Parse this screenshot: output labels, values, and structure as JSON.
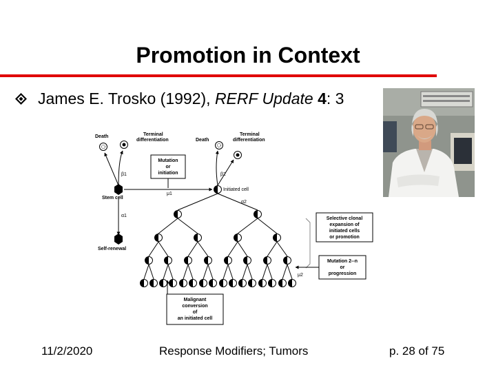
{
  "slide": {
    "title": "Promotion in Context",
    "bullet_author": "James E. Trosko (1992), ",
    "bullet_journal": "RERF Update",
    "bullet_volume": "4",
    "bullet_pages": ": 3",
    "footer_date": "11/2/2020",
    "footer_center": "Response Modifiers; Tumors",
    "footer_page": "p. 28 of 75",
    "accent_color": "#e00000"
  },
  "diagram": {
    "death_left": "Death",
    "terminal_left_1": "Terminal",
    "terminal_left_2": "differentiation",
    "death_right": "Death",
    "terminal_right_1": "Terminal",
    "terminal_right_2": "differentiation",
    "beta1": "β1",
    "beta2": "β2",
    "mutation_1": "Mutation",
    "mutation_2": "or",
    "mutation_3": "initiation",
    "mu1": "μ1",
    "stem_cell": "Stem cell",
    "initiated_cell": "Initiated cell",
    "alpha1": "α1",
    "alpha2": "α2",
    "self_renewal": "Self-renewal",
    "selective_1": "Selective clonal",
    "selective_2": "expansion of",
    "selective_3": "initiated cells",
    "selective_4": "or promotion",
    "mutation2_1": "Mutation 2--n",
    "mutation2_2": "or",
    "mutation2_3": "progression",
    "mu2": "μ2",
    "malignant_1": "Malignant",
    "malignant_2": "conversion",
    "malignant_3": "of",
    "malignant_4": "an initiated cell"
  },
  "photo": {
    "subject": "person-in-lab-coat"
  }
}
